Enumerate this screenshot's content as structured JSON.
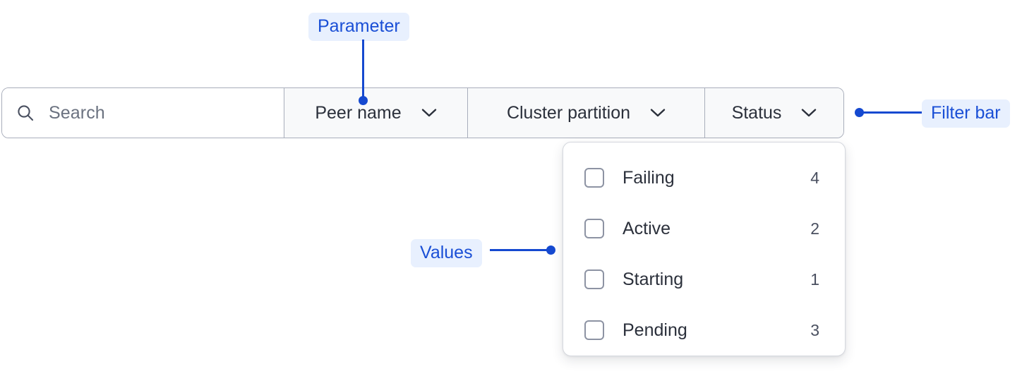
{
  "filter_bar": {
    "search": {
      "icon": "search-icon",
      "placeholder": "Search",
      "value": ""
    },
    "dropdowns": [
      {
        "label": "Peer name",
        "icon": "chevron-down-icon",
        "expanded": false
      },
      {
        "label": "Cluster partition",
        "icon": "chevron-down-icon",
        "expanded": false
      },
      {
        "label": "Status",
        "icon": "chevron-down-icon",
        "expanded": true
      }
    ]
  },
  "status_dropdown": {
    "options": [
      {
        "label": "Failing",
        "count": "4",
        "checked": false
      },
      {
        "label": "Active",
        "count": "2",
        "checked": false
      },
      {
        "label": "Starting",
        "count": "1",
        "checked": false
      },
      {
        "label": "Pending",
        "count": "3",
        "checked": false
      }
    ]
  },
  "annotations": [
    {
      "label": "Parameter"
    },
    {
      "label": "Filter bar"
    },
    {
      "label": "Values"
    }
  ],
  "colors": {
    "accent": "#1549d0",
    "pill_bg": "#e8f0fe",
    "pill_text": "#1a4fd6",
    "bar_border": "#a9aebb",
    "bar_bg": "#f8f9fa",
    "text": "#2b303b",
    "placeholder": "#6b7280"
  }
}
